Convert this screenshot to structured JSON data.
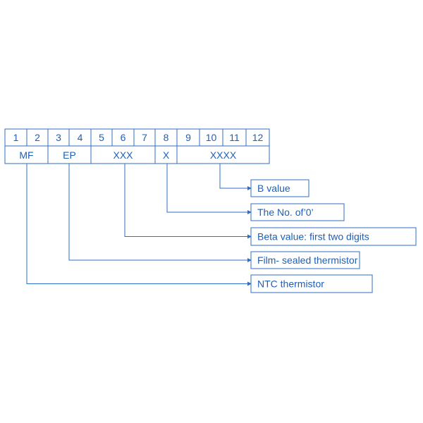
{
  "colors": {
    "line": "#2f6fc4",
    "text": "#1e5fb8",
    "background": "#ffffff"
  },
  "code_table": {
    "positions": [
      "1",
      "2",
      "3",
      "4",
      "5",
      "6",
      "7",
      "8",
      "9",
      "10",
      "11",
      "12"
    ],
    "groups": [
      {
        "label": "MF",
        "span": [
          1,
          2
        ]
      },
      {
        "label": "EP",
        "span": [
          3,
          4
        ]
      },
      {
        "label": "XXX",
        "span": [
          5,
          7
        ]
      },
      {
        "label": "X",
        "span": [
          8,
          8
        ]
      },
      {
        "label": "XXXX",
        "span": [
          9,
          12
        ]
      }
    ]
  },
  "callouts": [
    {
      "label": "B value",
      "group": 4
    },
    {
      "label": "The No. of’0’",
      "group": 3
    },
    {
      "label": "Beta value: first two digits",
      "group": 2
    },
    {
      "label": "Film- sealed thermistor",
      "group": 1
    },
    {
      "label": "NTC thermistor",
      "group": 0
    }
  ]
}
